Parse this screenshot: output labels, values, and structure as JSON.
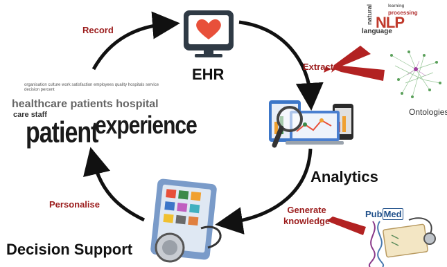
{
  "labels": {
    "record": "Record",
    "ehr": "EHR",
    "extract": "Extract",
    "ontologies": "Ontologies",
    "analytics": "Analytics",
    "generate_knowledge_line1": "Generate",
    "generate_knowledge_line2": "knowledge",
    "personalise": "Personalise",
    "decision_support": "Decision Support"
  },
  "word_cloud_patient": {
    "line1": "healthcare patients hospital",
    "line2": "care staff",
    "big_word_a": "patient",
    "big_word_b": "experience",
    "small_words": "organisation culture work satisfaction employees quality hospitals service decision percent"
  },
  "word_cloud_nlp": {
    "main": "NLP",
    "words": [
      "natural",
      "language",
      "processing",
      "learning"
    ]
  },
  "pubmed": {
    "part1": "Pub",
    "part2": "Med"
  },
  "colors": {
    "arrow_black": "#111111",
    "arrow_red": "#b22222",
    "label_red": "#9b1c1c",
    "heart": "#e8503a",
    "monitor_body": "#2f3a45"
  }
}
